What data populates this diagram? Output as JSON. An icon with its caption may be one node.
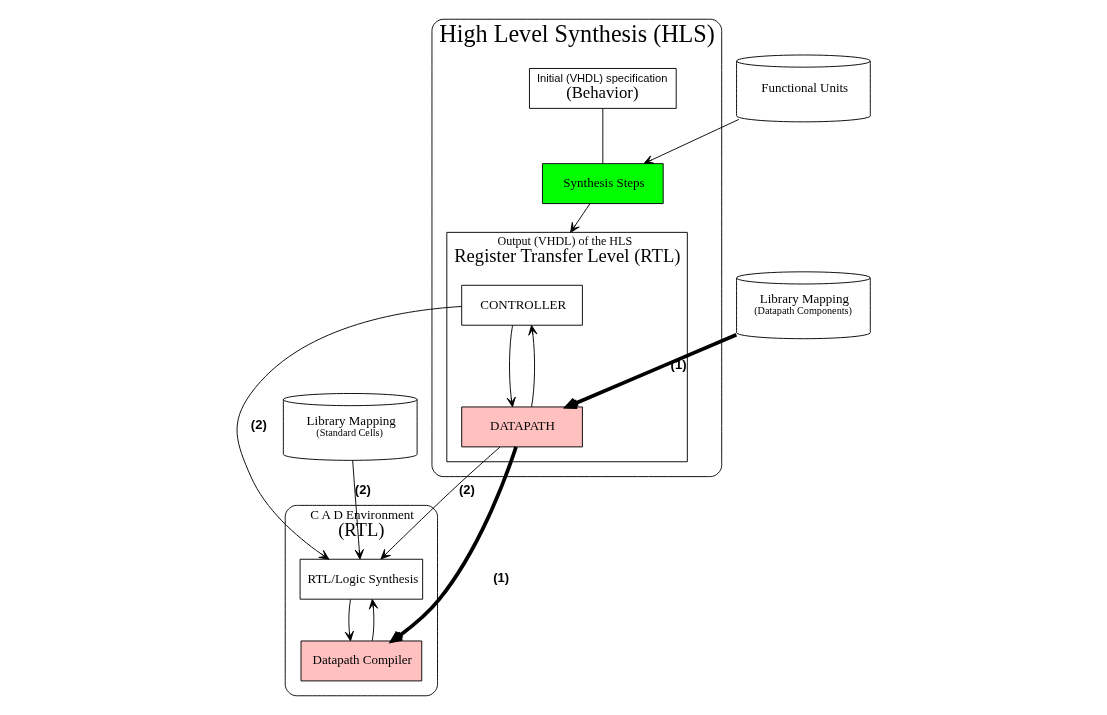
{
  "diagram": {
    "nodes": [
      {
        "text": [
          "High Level Synthesis (HLS)"
        ]
      },
      {
        "text": [
          "Initial (VHDL) specification",
          "(Behavior)"
        ],
        "in": 0
      },
      {
        "text": [
          "Synthesis Steps"
        ],
        "in": 0
      },
      {
        "text": [
          "Output (VHDL) of the HLS",
          "Register Transfer Level (RTL)"
        ],
        "in": 0
      },
      {
        "text": [
          "CONTROLLER"
        ],
        "in": 3
      },
      {
        "text": [
          "DATAPATH"
        ],
        "in": 3
      },
      {
        "text": [
          "Functional Units"
        ]
      },
      {
        "text": [
          "Library Mapping",
          "(Datapath Components)"
        ]
      },
      {
        "text": [
          "C A D Environment",
          "(RTL)"
        ]
      },
      {
        "text": [
          "RTL/Logic Synthesis"
        ],
        "in": 8
      },
      {
        "text": [
          "Datapath Compiler"
        ],
        "in": 8
      },
      {
        "text": [
          "Library Mapping",
          "(Standard Cells)"
        ]
      }
    ],
    "edges": [
      {
        "from": 1,
        "to": 2,
        "arrow": "none"
      },
      {
        "from": 6,
        "to": 2,
        "arrow": "to"
      },
      {
        "from": 2,
        "to": 3,
        "arrow": "to"
      },
      {
        "from": 5,
        "to": 4,
        "arrow": "to"
      },
      {
        "from": 4,
        "to": 5,
        "arrow": "to"
      },
      {
        "from": 7,
        "to": 5,
        "arrow": "to",
        "label": "(1)",
        "style": "thick"
      },
      {
        "from": 4,
        "to": 9,
        "arrow": "to",
        "label": "(2)"
      },
      {
        "from": 5,
        "to": 9,
        "arrow": "to",
        "label": "(2)"
      },
      {
        "from": 5,
        "to": 10,
        "arrow": "to",
        "label": "(1)",
        "style": "thick"
      },
      {
        "from": 10,
        "to": 9,
        "arrow": "to"
      },
      {
        "from": 9,
        "to": 10,
        "arrow": "to"
      },
      {
        "from": 11,
        "to": 9,
        "arrow": "to",
        "label": "(2)"
      }
    ]
  }
}
